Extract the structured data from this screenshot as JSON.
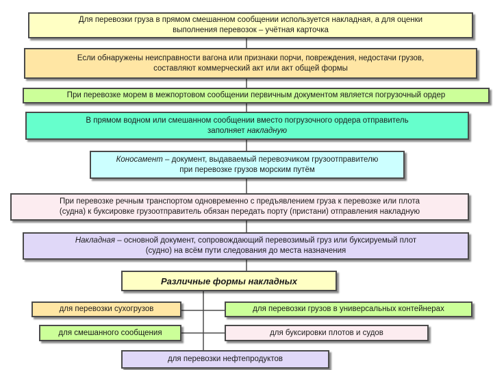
{
  "colors": {
    "yellow": "#ffffc4",
    "orange": "#ffe6a4",
    "green": "#ccff99",
    "teal": "#66ffcc",
    "blue": "#ccffff",
    "pink": "#fcecf0",
    "lavender": "#e0d8f8",
    "line": "#4a4a4a"
  },
  "flow": {
    "box1": {
      "line1": "Для перевозки груза в прямом смешанном сообщении используется накладная, а для оценки",
      "line2": "выполнения перевозок – учётная карточка"
    },
    "box2": {
      "line1": "Если обнаружены неисправности вагона или признаки порчи, повреждения, недостачи грузов,",
      "line2": "составляют коммерческий акт или акт общей формы"
    },
    "box3": {
      "line1": "При перевозке морем в межпортовом сообщении первичным документом является погрузочный ордер"
    },
    "box4": {
      "line1": "В прямом водном или смешанном сообщении вместо погрузочного ордера отправитель",
      "line2a": "заполняет ",
      "line2b": "накладную"
    },
    "box5": {
      "line1a": "Коносамент",
      "line1b": " – документ, выдаваемый перевозчиком грузоотправителю",
      "line2": "при перевозке грузов морским путём"
    },
    "box6": {
      "line1": "При перевозке речным транспортом одновременно с предъявлением груза к перевозке или плота",
      "line2": "(судна) к буксировке грузоотправитель обязан передать порту (пристани) отправления накладную"
    },
    "box7": {
      "line1a": "Накладная",
      "line1b": " – основной документ, сопровождающий перевозимый груз или буксируемый плот",
      "line2": "(судно) на всём пути следования до места назначения"
    }
  },
  "forms": {
    "heading": "Различные формы накладных",
    "items": [
      "для перевозки сухогрузов",
      "для перевозки грузов в универсальных контейнерах",
      "для смешанного сообщения",
      "для буксировки плотов и судов",
      "для перевозки нефтепродуктов"
    ]
  }
}
